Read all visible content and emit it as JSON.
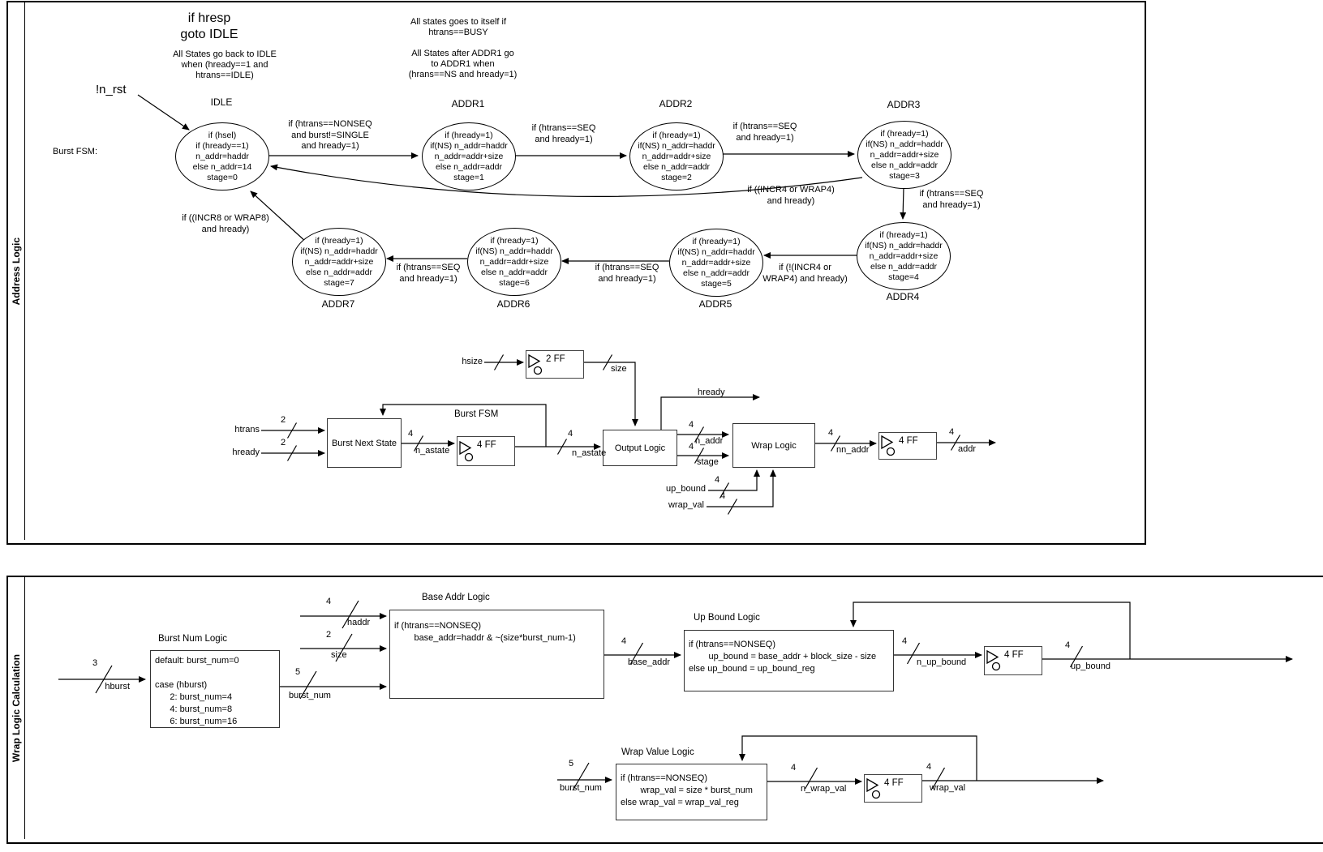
{
  "panels": {
    "top": "Address Logic",
    "bottom": "Wrap Logic Calculation"
  },
  "fsm": {
    "caption": "Burst FSM:",
    "reset_signal": "!n_rst",
    "note_hresp": "if hresp\ngoto IDLE",
    "note_idle": "All States go back to IDLE\nwhen (hready==1 and\nhtrans==IDLE)",
    "note_busy": "All states goes to itself if\nhtrans==BUSY",
    "note_addr1": "All States after ADDR1 go\nto ADDR1 when\n(hrans==NS and hready=1)",
    "states": [
      {
        "name": "IDLE",
        "body": "if (hsel)\nif (hready==1)\nn_addr=haddr\nelse n_addr=14\nstage=0"
      },
      {
        "name": "ADDR1",
        "body": "if (hready=1)\nif(NS) n_addr=haddr\nn_addr=addr+size\nelse n_addr=addr\nstage=1"
      },
      {
        "name": "ADDR2",
        "body": "if (hready=1)\nif(NS) n_addr=haddr\nn_addr=addr+size\nelse n_addr=addr\nstage=2"
      },
      {
        "name": "ADDR3",
        "body": "if (hready=1)\nif(NS) n_addr=haddr\nn_addr=addr+size\nelse n_addr=addr\nstage=3"
      },
      {
        "name": "ADDR4",
        "body": "if (hready=1)\nif(NS) n_addr=haddr\nn_addr=addr+size\nelse n_addr=addr\nstage=4"
      },
      {
        "name": "ADDR5",
        "body": "if (hready=1)\nif(NS) n_addr=haddr\nn_addr=addr+size\nelse n_addr=addr\nstage=5"
      },
      {
        "name": "ADDR6",
        "body": "if (hready=1)\nif(NS) n_addr=haddr\nn_addr=addr+size\nelse n_addr=addr\nstage=6"
      },
      {
        "name": "ADDR7",
        "body": "if (hready=1)\nif(NS) n_addr=haddr\nn_addr=addr+size\nelse n_addr=addr\nstage=7"
      }
    ],
    "transitions": {
      "idle_to_addr1": "if (htrans==NONSEQ\nand burst!=SINGLE\nand hready=1)",
      "addr1_to_addr2": "if (htrans==SEQ\nand hready=1)",
      "addr2_to_addr3": "if (htrans==SEQ\nand hready=1)",
      "addr3_to_addr4": "if (htrans==SEQ\nand hready=1)",
      "addr4_to_addr5": "if (!(INCR4 or\nWRAP4) and hready)",
      "addr5_to_addr6": "if (htrans==SEQ\nand hready=1)",
      "addr6_to_addr7": "if (htrans==SEQ\nand hready=1)",
      "addr7_to_idle": "if ((INCR8 or WRAP8)\nand hready)",
      "addr3_to_idle": "if ((INCR4 or WRAP4)\nand hready)"
    }
  },
  "datapath": {
    "burst_fsm_label": "Burst FSM",
    "blocks": {
      "burst_next_state": "Burst Next State",
      "output_logic": "Output Logic",
      "wrap_logic": "Wrap Logic",
      "ff_hsize": "2 FF",
      "ff_astate": "4 FF",
      "ff_addr": "4 FF"
    },
    "signals": {
      "hsize": "hsize",
      "size": "size",
      "htrans": "htrans",
      "hready": "hready",
      "n_astate1": "n_astate",
      "n_astate2": "n_astate",
      "hready_out": "hready",
      "n_addr": "n_addr",
      "stage": "stage",
      "nn_addr": "nn_addr",
      "addr": "addr",
      "up_bound": "up_bound",
      "wrap_val": "wrap_val"
    },
    "widths": {
      "htrans": "2",
      "hready": "2",
      "n_astate1": "4",
      "n_astate2": "4",
      "n_addr": "4",
      "stage": "4",
      "nn_addr": "4",
      "addr": "4",
      "up_bound": "4",
      "wrap_val": "4"
    }
  },
  "wrap_calc": {
    "blocks": {
      "burst_num_logic": {
        "title": "Burst Num Logic",
        "body": "default: burst_num=0\n\ncase (hburst)\n      2: burst_num=4\n      4: burst_num=8\n      6: burst_num=16"
      },
      "base_addr_logic": {
        "title": "Base Addr Logic",
        "body": "if (htrans==NONSEQ)\n        base_addr=haddr & ~(size*burst_num-1)"
      },
      "up_bound_logic": {
        "title": "Up Bound Logic",
        "body": "if (htrans==NONSEQ)\n        up_bound = base_addr + block_size - size\nelse up_bound = up_bound_reg"
      },
      "wrap_value_logic": {
        "title": "Wrap Value Logic",
        "body": "if (htrans==NONSEQ)\n        wrap_val = size * burst_num\nelse wrap_val = wrap_val_reg"
      },
      "ff_up_bound": "4 FF",
      "ff_wrap_val": "4 FF"
    },
    "signals": {
      "hburst": "hburst",
      "haddr": "haddr",
      "size": "size",
      "burst_num": "burst_num",
      "base_addr": "base_addr",
      "n_up_bound": "n_up_bound",
      "up_bound": "up_bound",
      "burst_num2": "burst_num",
      "n_wrap_val": "n_wrap_val",
      "wrap_val": "wrap_val"
    },
    "widths": {
      "hburst": "3",
      "haddr": "4",
      "size": "2",
      "burst_num": "5",
      "base_addr": "4",
      "n_up_bound": "4",
      "up_bound": "4",
      "burst_num2": "5",
      "n_wrap_val": "4",
      "wrap_val": "4"
    }
  }
}
